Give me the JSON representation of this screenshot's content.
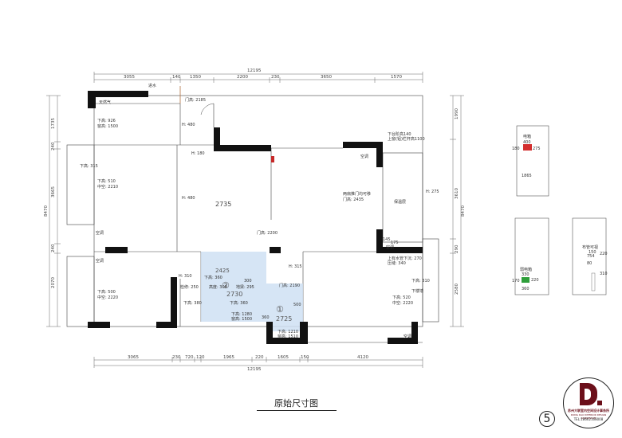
{
  "plan": {
    "title": "原始尺寸图",
    "page_number": "5",
    "top_total": "12195",
    "bottom_total": "12195",
    "top_dims": [
      "3055",
      "140",
      "1350",
      "2200",
      "230",
      "3650",
      "1570"
    ],
    "bottom_dims": [
      "3065",
      "230",
      "720",
      "120",
      "1965",
      "220",
      "1605",
      "150",
      "4120"
    ],
    "left_dims": [
      "1735",
      "240",
      "3665",
      "240",
      "2070"
    ],
    "left_total": "8470",
    "right_dims": [
      "1990",
      "3610",
      "290",
      "2580"
    ],
    "right_total": "8470",
    "rooms": {
      "living_label": "2735",
      "bath1_label": "2425",
      "bath1_size": "2730",
      "bath2_size": "2725",
      "circle1": "①",
      "circle2": "②"
    },
    "notes": {
      "jinshui": "进水",
      "tianranqi": "天然气",
      "kitchen_down": "下高: 926",
      "kitchen_beam": "窗高: 1500",
      "door_2185": "门高: 2185",
      "h480a": "H: 480",
      "h180": "H: 180",
      "h480b": "H: 480",
      "down315": "下高: 315",
      "room_l_down": "下高: 510",
      "room_l_mid": "中空: 2210",
      "ac1": "空调",
      "ac2": "空调",
      "ac3": "空调",
      "ac4": "空调",
      "ac5": "空调",
      "balcony_door": "两扇推门均可移",
      "balcony_door_h": "门高: 2435",
      "door2200": "门高: 2200",
      "h275": "H: 275",
      "baowenceng": "保温层",
      "h145": "145",
      "h175": "175",
      "toptext1": "下台阶高140",
      "toptext2": "上窗(铝)栏杆高1100",
      "h310": "H: 310",
      "h315": "H: 315",
      "bl_down": "下高: 500",
      "bl_mid": "中空: 2220",
      "fenxiang": "检修: 250",
      "h380": "下高: 380",
      "b2_down": "下高: 360",
      "b2_beam": "地梁: 295",
      "b2_gaodu": "高度: 300",
      "b1_down1": "下高: 1280",
      "b1_beam1": "窗高: 1500",
      "b1_down2": "下高: 1210",
      "b1_beam2": "窗高: 1510",
      "door2190": "门高: 2190",
      "n300": "300",
      "n360": "360",
      "n500": "500",
      "br_top": "上有水管下沉: 270",
      "br_top2": "压缝: 340",
      "br_down": "下高: 520",
      "br_mid": "中空: 2220",
      "br_h310": "下高: 310",
      "br_xia": "下楼墙"
    },
    "details": {
      "d1_title": "电箱",
      "d1_w": "400",
      "d1_l": "180",
      "d1_r": "275",
      "d1_h": "1865",
      "d2_title": "布管可视",
      "d2_a": "75",
      "d2_b": "150",
      "d2_c": "754",
      "d2_d": "80",
      "d2_e": "220",
      "d2_f": "310",
      "d3_title": "弱电箱",
      "d3_w": "330",
      "d3_l": "170",
      "d3_r": "220",
      "d3_b": "360"
    },
    "logo": {
      "name": "苏州大联室内空间设计事务所",
      "sub": "DONG DAO INTERIOR DESIGN WORKROOM",
      "phone": "TEL:18662168008"
    }
  }
}
